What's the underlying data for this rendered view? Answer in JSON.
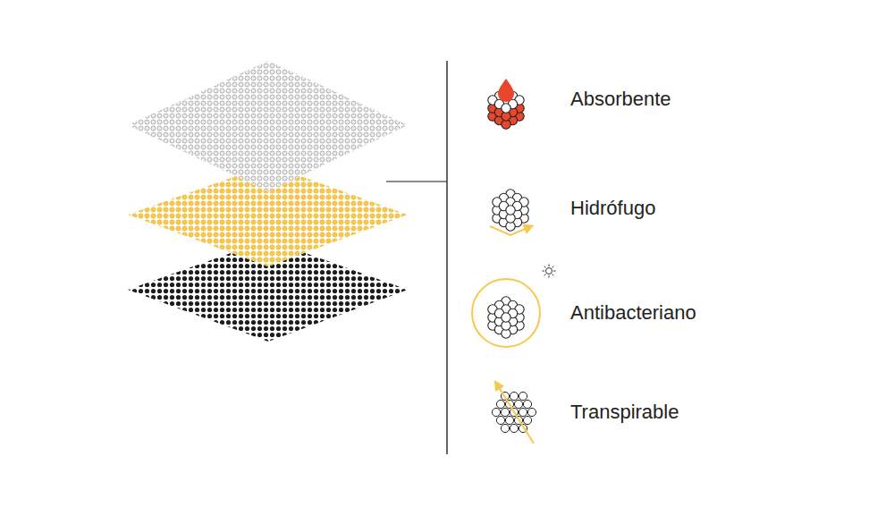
{
  "diagram": {
    "labels": [
      "Absorbente",
      "Hidrófugo",
      "Antibacteriano",
      "Transpirable"
    ]
  }
}
